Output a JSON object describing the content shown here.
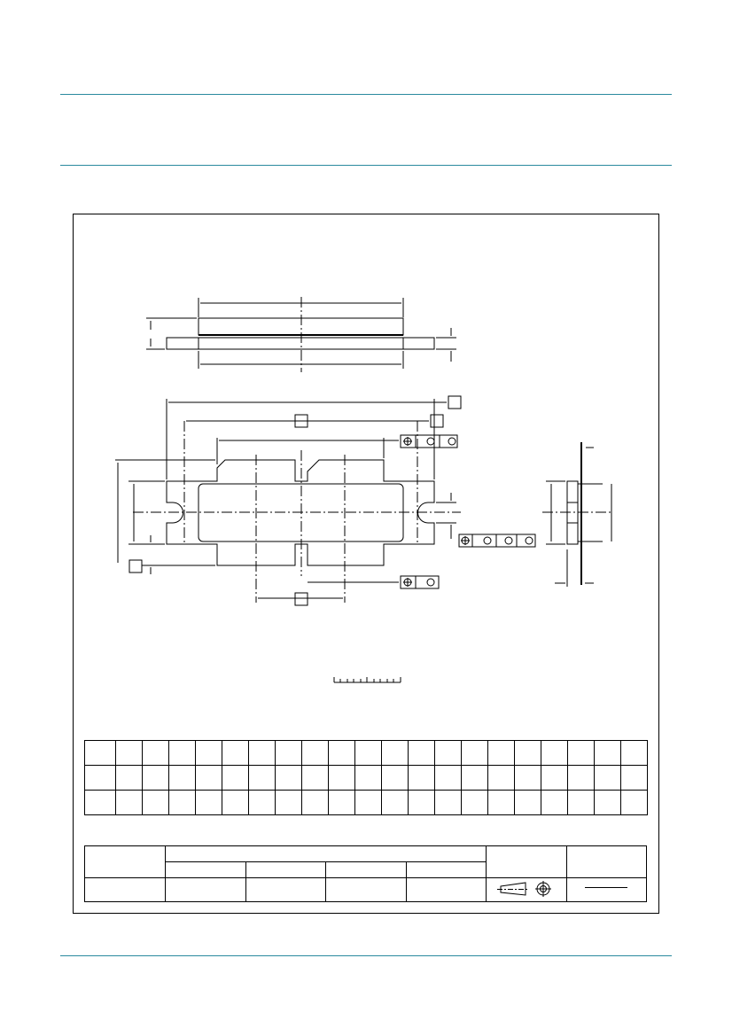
{
  "page": {
    "header_rules": 2,
    "footer_rules": 1,
    "accent_color": "#2a8a9e"
  },
  "drawing": {
    "title": "",
    "views": [
      "side-view",
      "top-view",
      "end-view"
    ],
    "datum_boxes": [
      "",
      "",
      "",
      "",
      ""
    ],
    "scale_bar_label": ""
  },
  "dimension_table": {
    "columns": 21,
    "rows": [
      [
        "",
        "",
        "",
        "",
        "",
        "",
        "",
        "",
        "",
        "",
        "",
        "",
        "",
        "",
        "",
        "",
        "",
        "",
        "",
        "",
        ""
      ],
      [
        "",
        "",
        "",
        "",
        "",
        "",
        "",
        "",
        "",
        "",
        "",
        "",
        "",
        "",
        "",
        "",
        "",
        "",
        "",
        "",
        ""
      ],
      [
        "",
        "",
        "",
        "",
        "",
        "",
        "",
        "",
        "",
        "",
        "",
        "",
        "",
        "",
        "",
        "",
        "",
        "",
        "",
        "",
        ""
      ]
    ]
  },
  "issue_table": {
    "outline_version": "",
    "references": [
      "",
      "",
      "",
      ""
    ],
    "projection_symbol": "third-angle-projection-icon",
    "issue_date": ""
  }
}
